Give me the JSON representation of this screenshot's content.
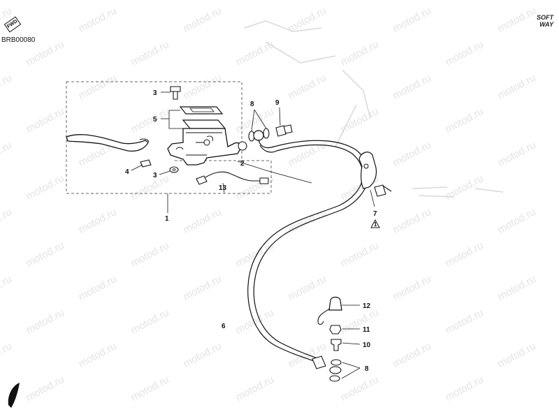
{
  "header": {
    "diagram_code": "BRB00080",
    "forward_badge": "FWD",
    "brand_line1": "SOFT",
    "brand_line2": "WAY"
  },
  "watermark": {
    "text": "motod.ru"
  },
  "callouts": [
    {
      "id": "label-1",
      "text": "1"
    },
    {
      "id": "label-2",
      "text": "2"
    },
    {
      "id": "label-3-top",
      "text": "3"
    },
    {
      "id": "label-3-bottom",
      "text": "3"
    },
    {
      "id": "label-4",
      "text": "4"
    },
    {
      "id": "label-5",
      "text": "5"
    },
    {
      "id": "label-6",
      "text": "6"
    },
    {
      "id": "label-7",
      "text": "7"
    },
    {
      "id": "label-7-note",
      "text": "1"
    },
    {
      "id": "label-8-top",
      "text": "8"
    },
    {
      "id": "label-8-bottom",
      "text": "8"
    },
    {
      "id": "label-9",
      "text": "9"
    },
    {
      "id": "label-10",
      "text": "10"
    },
    {
      "id": "label-11",
      "text": "11"
    },
    {
      "id": "label-12",
      "text": "12"
    },
    {
      "id": "label-13",
      "text": "13"
    }
  ],
  "colors": {
    "line": "#111111",
    "dashed": "#555555",
    "watermark": "#e3e3e3",
    "background": "#ffffff"
  },
  "icons": {
    "page_marker": "slash-mark-icon",
    "forward": "forward-arrow-icon"
  }
}
